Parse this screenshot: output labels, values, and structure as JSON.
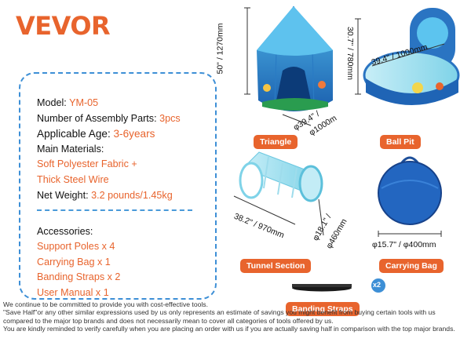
{
  "brand": {
    "logo": "VEVOR",
    "accent": "#e8642d",
    "frame": "#3d8fd6"
  },
  "specs": {
    "model_label": "Model:",
    "model_value": "YM-05",
    "parts_label": "Number of Assembly Parts:",
    "parts_value": "3pcs",
    "age_label": "Applicable Age:",
    "age_value": "3-6years",
    "materials_label": "Main Materials:",
    "materials_line1": "Soft Polyester Fabric +",
    "materials_line2": "Thick Steel Wire",
    "weight_label": "Net Weight:",
    "weight_value": "3.2 pounds/1.45kg"
  },
  "accessories": {
    "title": "Accessories:",
    "items": [
      "Support Poles x 4",
      "Carrying Bag x 1",
      "Banding Straps x  2",
      "User Manual x 1"
    ]
  },
  "products": {
    "triangle": {
      "label": "Triangle",
      "height": "50\" / 1270mm",
      "diameter_line1": "φ39.4\" /",
      "diameter_line2": "φ1000m"
    },
    "ballpit": {
      "label": "Ball Pit",
      "height": "30.7\" / 780mm",
      "diameter": "39.4\" / 1000mm"
    },
    "tunnel": {
      "label": "Tunnel Section",
      "length": "38.2\" / 970mm",
      "diameter_line1": "φ18.1\" /",
      "diameter_line2": "φ460mm"
    },
    "bag": {
      "label": "Carrying Bag",
      "diameter": "φ15.7\" / φ400mm"
    },
    "straps": {
      "label": "Banding Straps",
      "count": "x2"
    }
  },
  "footer": [
    "We continue to be committed to provide you with cost-effective tools.",
    "\"Save Half\"or any other similar expressions used by us only represents an estimate of savings you might benefit from buying certain tools with us",
    "compared to the major top brands and does not necessarily mean to cover all categories of tools offered by us.",
    "You are kindly reminded to verify carefully when you are placing an order with us if you are actually saving half in comparison with the top major brands."
  ]
}
